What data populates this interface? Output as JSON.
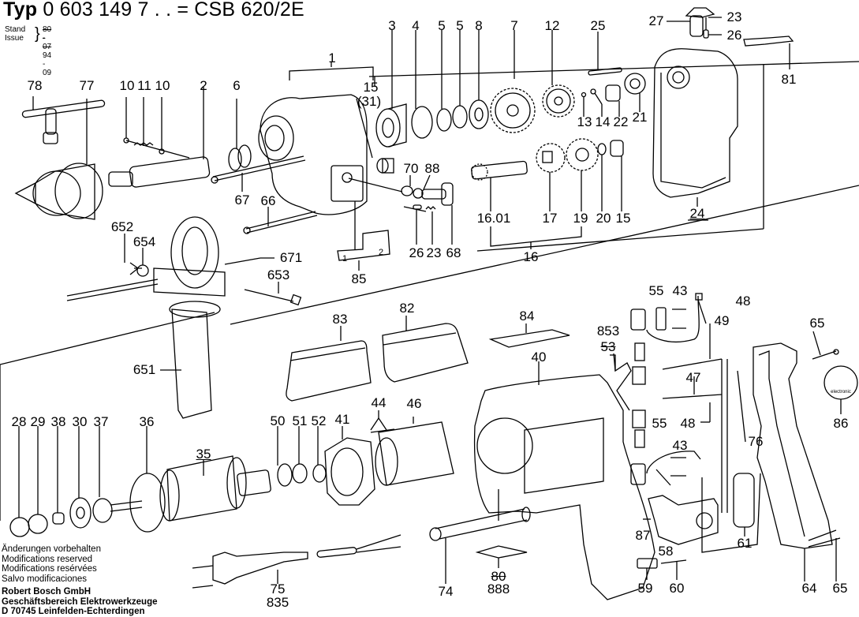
{
  "header": {
    "title_prefix": "Typ",
    "title_number": "0 603 149 7 . . = CSB 620/2E",
    "stand_label": "Stand",
    "issue_label": "Issue",
    "stand_value": "80 - 07",
    "issue_value": "94 - 09"
  },
  "footer": {
    "notices": [
      "Änderungen vorbehalten",
      "Modifications reserved",
      "Modifications resérvées",
      "Salvo modificaciones"
    ],
    "company": [
      "Robert Bosch GmbH",
      "Geschäftsbereich Elektrowerkzeuge",
      "D 70745 Leinfelden-Echterdingen"
    ]
  },
  "part_labels": {
    "p78": "78",
    "p77": "77",
    "p10a": "10",
    "p11": "11",
    "p10b": "10",
    "p2": "2",
    "p6": "6",
    "p1": "1",
    "p15a": "15",
    "p31": "(31)",
    "p3": "3",
    "p4": "4",
    "p5a": "5",
    "p5b": "5",
    "p8": "8",
    "p7": "7",
    "p12": "12",
    "p25": "25",
    "p27": "27",
    "p23a": "23",
    "p26a": "26",
    "p81": "81",
    "p13": "13",
    "p14": "14",
    "p22": "22",
    "p21": "21",
    "p24": "24",
    "p67": "67",
    "p66": "66",
    "p70": "70",
    "p88": "88",
    "p26b": "26",
    "p23b": "23",
    "p68": "68",
    "p1601": "16.01",
    "p17": "17",
    "p19": "19",
    "p20": "20",
    "p15b": "15",
    "p16": "16",
    "p652": "652",
    "p654": "654",
    "p671": "671",
    "p653": "653",
    "p85": "85",
    "p85_1": "1",
    "p85_2": "2",
    "p651": "651",
    "p83": "83",
    "p82": "82",
    "p84": "84",
    "p40": "40",
    "p55a": "55",
    "p43a": "43",
    "p48a": "48",
    "p853": "853",
    "p53": "53",
    "p49": "49",
    "p47": "47",
    "p48b": "48",
    "p55b": "55",
    "p43b": "43",
    "p76": "76",
    "p65a": "65",
    "p86": "86",
    "p28": "28",
    "p29": "29",
    "p38": "38",
    "p30": "30",
    "p37": "37",
    "p36": "36",
    "p35": "35",
    "p50": "50",
    "p51": "51",
    "p52": "52",
    "p41": "41",
    "p44": "44",
    "p46": "46",
    "p87": "87",
    "p58": "58",
    "p61": "61",
    "p59": "59",
    "p60": "60",
    "p64": "64",
    "p65b": "65",
    "p75": "75",
    "p835": "835",
    "p74": "74",
    "p80": "80",
    "p888": "888"
  },
  "badge_86_text": "electronic"
}
